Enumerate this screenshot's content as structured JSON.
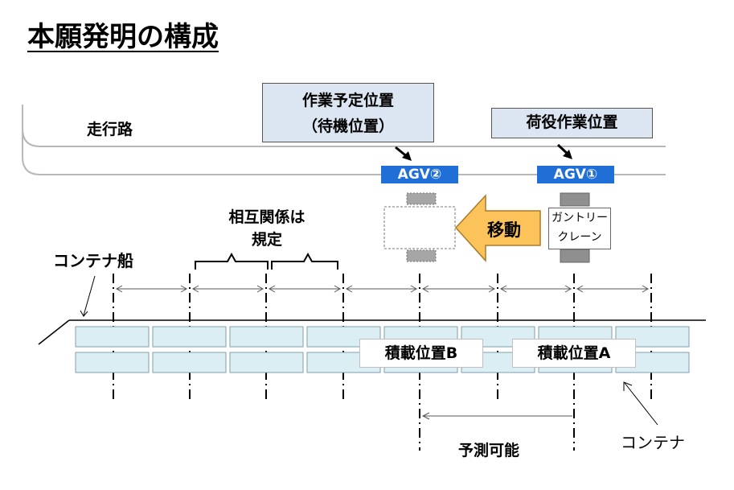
{
  "title": "本願発明の構成",
  "labels": {
    "road": "走行路",
    "ship": "コンテナ船",
    "relation_line1": "相互関係は",
    "relation_line2": "規定",
    "predictable": "予測可能",
    "container": "コンテナ",
    "move": "移動"
  },
  "boxes": {
    "planned_line1": "作業予定位置",
    "planned_line2": "（待機位置）",
    "cargo_work": "荷役作業位置",
    "load_b": "積載位置B",
    "load_a": "積載位置A"
  },
  "agv": {
    "agv1": "AGV①",
    "agv2": "AGV②"
  },
  "crane": {
    "line1": "ガントリー",
    "line2": "クレーン"
  },
  "colors": {
    "agv_blue": "#1f6fd6",
    "box_fill": "#dce6f2",
    "arrow_fill": "#fcc35a",
    "container_fill": "#dbeef3"
  }
}
